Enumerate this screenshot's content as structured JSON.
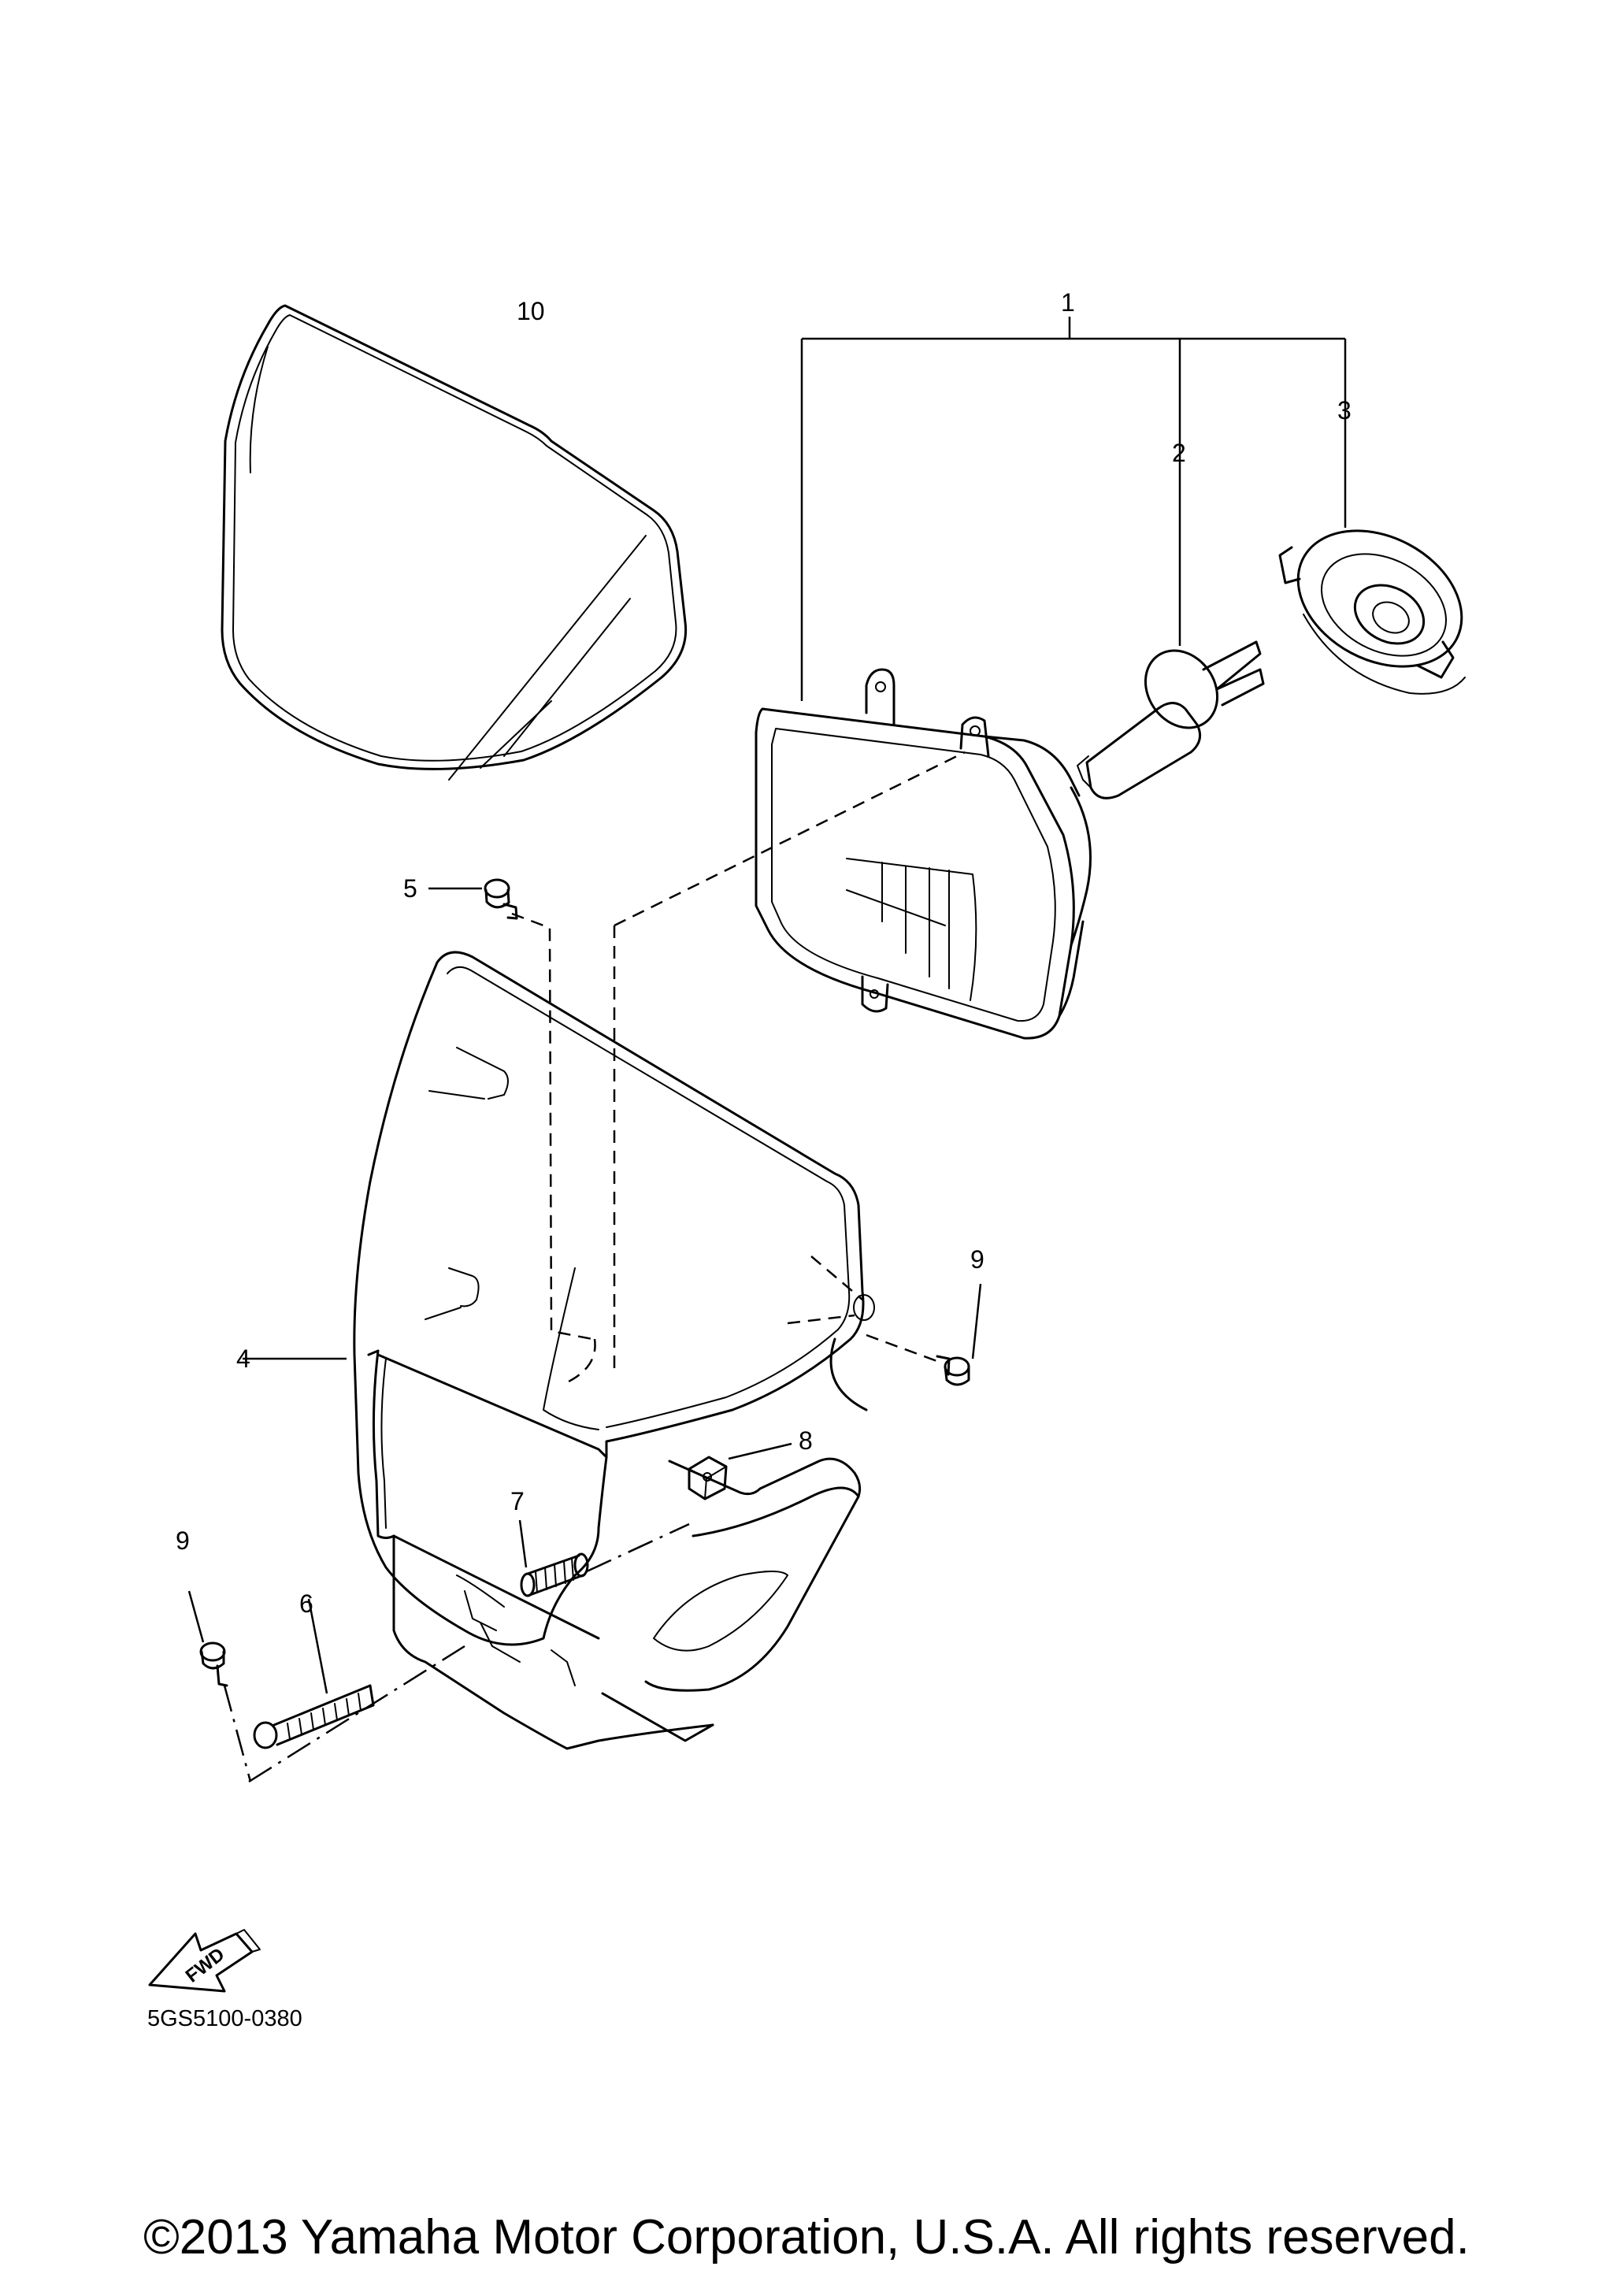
{
  "diagram": {
    "callouts": [
      {
        "id": "1",
        "label": "1"
      },
      {
        "id": "2",
        "label": "2"
      },
      {
        "id": "3",
        "label": "3"
      },
      {
        "id": "4",
        "label": "4"
      },
      {
        "id": "5",
        "label": "5"
      },
      {
        "id": "6",
        "label": "6"
      },
      {
        "id": "7",
        "label": "7"
      },
      {
        "id": "8",
        "label": "8"
      },
      {
        "id": "9a",
        "label": "9"
      },
      {
        "id": "9b",
        "label": "9"
      },
      {
        "id": "10",
        "label": "10"
      }
    ],
    "fwd_label": "FWD",
    "diagram_code": "5GS5100-0380"
  },
  "footer": {
    "copyright": "©2013 Yamaha Motor Corporation, U.S.A. All rights reserved."
  }
}
